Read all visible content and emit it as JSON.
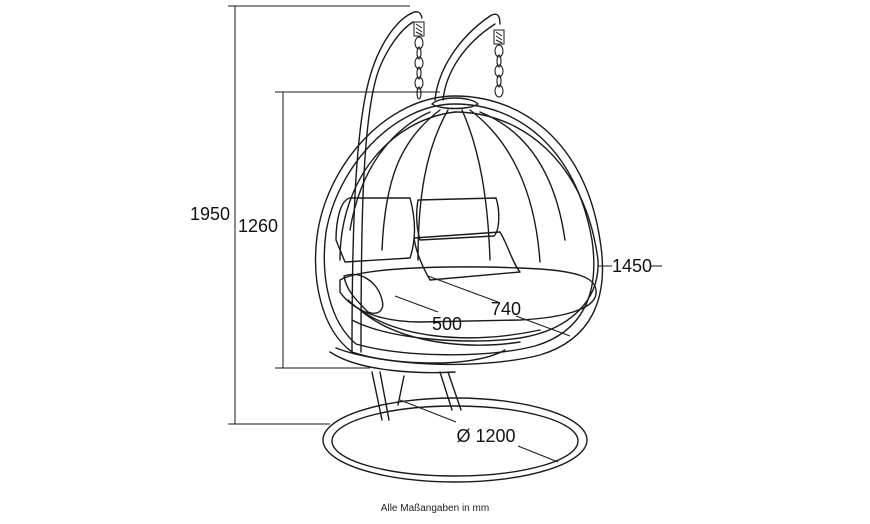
{
  "dimensions": {
    "total_height": "1950",
    "basket_height": "1260",
    "width": "1450",
    "seat_width": "740",
    "seat_depth": "500",
    "base_diameter": "Ø 1200"
  },
  "caption": "Alle Maßangaben in mm"
}
